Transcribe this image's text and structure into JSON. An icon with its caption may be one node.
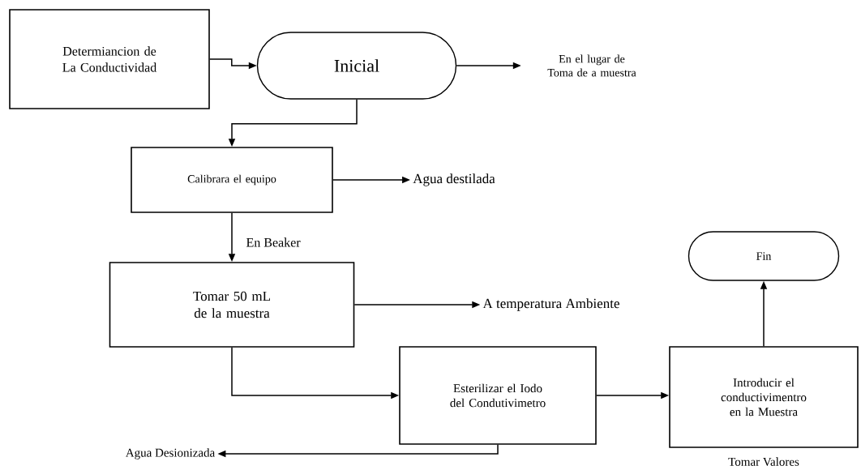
{
  "diagram": {
    "nodes": [
      {
        "text": [
          "Determiancion de La Conductividad"
        ]
      },
      {
        "text": [
          "Inicial"
        ]
      },
      {
        "text": [
          "En el lugar de Toma de a muestra"
        ]
      },
      {
        "text": [
          "Calibrara el equipo"
        ]
      },
      {
        "text": [
          "Agua destilada"
        ]
      },
      {
        "text": [
          "Tomar 50 mL de la muestra"
        ]
      },
      {
        "text": [
          "A temperatura Ambiente"
        ]
      },
      {
        "text": [
          "Esterilizar el Iodo del Condutivimetro"
        ]
      },
      {
        "text": [
          "Agua Desionizada"
        ]
      },
      {
        "text": [
          "Introducir el conductivimentro en la Muestra"
        ],
        "beside": [
          "Tomar Valores"
        ]
      },
      {
        "text": [
          "Fin"
        ]
      }
    ],
    "edges": [
      {
        "from": 0,
        "to": 1,
        "arrow": "to"
      },
      {
        "from": 1,
        "to": 2,
        "arrow": "to"
      },
      {
        "from": 1,
        "to": 3,
        "arrow": "to"
      },
      {
        "from": 3,
        "to": 4,
        "arrow": "to"
      },
      {
        "from": 3,
        "to": 5,
        "arrow": "to",
        "label": "En Beaker"
      },
      {
        "from": 5,
        "to": 6,
        "arrow": "to"
      },
      {
        "from": 5,
        "to": 7,
        "arrow": "to"
      },
      {
        "from": 7,
        "to": 8,
        "arrow": "to"
      },
      {
        "from": 7,
        "to": 9,
        "arrow": "to"
      },
      {
        "from": 9,
        "to": 10,
        "arrow": "to"
      }
    ]
  }
}
